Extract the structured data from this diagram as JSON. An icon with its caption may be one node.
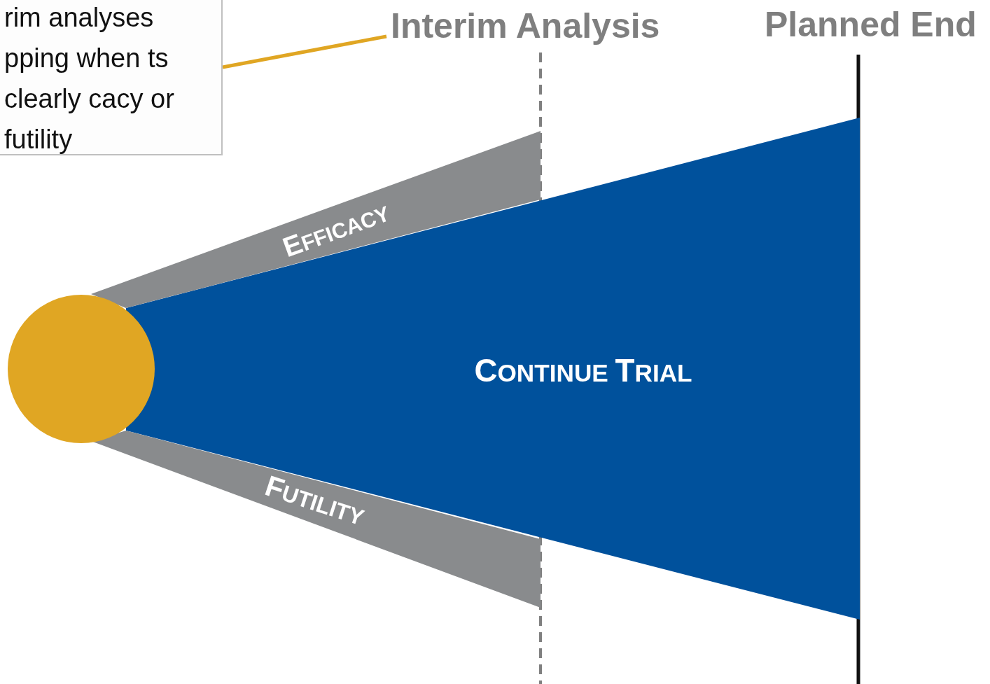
{
  "diagram": {
    "nodes": [
      {
        "text": [
          "rim analyses pping when ts clearly cacy or futility"
        ]
      },
      {
        "text": [
          "Interim Analysis"
        ]
      },
      {
        "text": [
          "Planned End"
        ]
      },
      {
        "text": [],
        "shape": "circle"
      },
      {
        "text": [
          "EFFICACY"
        ]
      },
      {
        "text": [
          "FUTILITY"
        ]
      },
      {
        "text": [
          "CONTINUE TRIAL"
        ]
      }
    ],
    "edges": [
      {
        "from": 0,
        "to": 1,
        "arrow": "none"
      }
    ]
  }
}
